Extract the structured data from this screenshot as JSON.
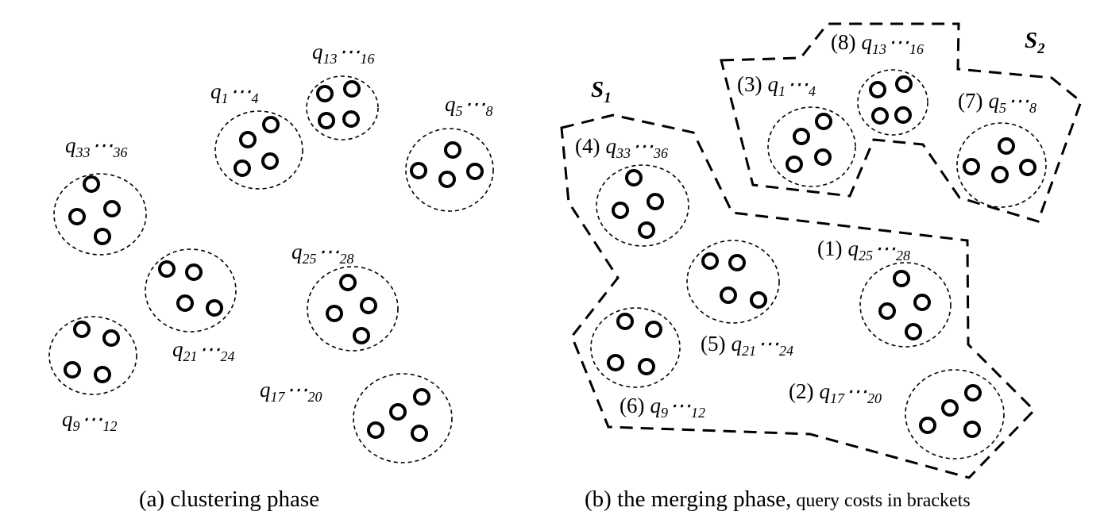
{
  "panel_a": {
    "caption": "(a) clustering phase",
    "clusters": [
      {
        "id": "q1-4",
        "var": "q",
        "sub": "1",
        "dots": "⋯",
        "end": "4"
      },
      {
        "id": "q13-16",
        "var": "q",
        "sub": "13",
        "dots": "⋯",
        "end": "16"
      },
      {
        "id": "q5-8",
        "var": "q",
        "sub": "5",
        "dots": "⋯",
        "end": "8"
      },
      {
        "id": "q33-36",
        "var": "q",
        "sub": "33",
        "dots": "⋯",
        "end": "36"
      },
      {
        "id": "q25-28",
        "var": "q",
        "sub": "25",
        "dots": "⋯",
        "end": "28"
      },
      {
        "id": "q21-24",
        "var": "q",
        "sub": "21",
        "dots": "⋯",
        "end": "24"
      },
      {
        "id": "q17-20",
        "var": "q",
        "sub": "17",
        "dots": "⋯",
        "end": "20"
      },
      {
        "id": "q9-12",
        "var": "q",
        "sub": "9",
        "dots": "⋯",
        "end": "12"
      }
    ]
  },
  "panel_b": {
    "caption_main": "(b) the merging phase,",
    "caption_small": " query costs in brackets",
    "sets": [
      {
        "id": "S1",
        "name": "S",
        "sub": "1"
      },
      {
        "id": "S2",
        "name": "S",
        "sub": "2"
      }
    ],
    "clusters": [
      {
        "id": "b-q13-16",
        "cost": "(8)",
        "var": "q",
        "sub": "13",
        "dots": "⋯",
        "end": "16"
      },
      {
        "id": "b-q1-4",
        "cost": "(3)",
        "var": "q",
        "sub": "1",
        "dots": "⋯",
        "end": "4"
      },
      {
        "id": "b-q5-8",
        "cost": "(7)",
        "var": "q",
        "sub": "5",
        "dots": "⋯",
        "end": "8"
      },
      {
        "id": "b-q33-36",
        "cost": "(4)",
        "var": "q",
        "sub": "33",
        "dots": "⋯",
        "end": "36"
      },
      {
        "id": "b-q25-28",
        "cost": "(1)",
        "var": "q",
        "sub": "25",
        "dots": "⋯",
        "end": "28"
      },
      {
        "id": "b-q21-24",
        "cost": "(5)",
        "var": "q",
        "sub": "21",
        "dots": "⋯",
        "end": "24"
      },
      {
        "id": "b-q17-20",
        "cost": "(2)",
        "var": "q",
        "sub": "17",
        "dots": "⋯",
        "end": "20"
      },
      {
        "id": "b-q9-12",
        "cost": "(6)",
        "var": "q",
        "sub": "9",
        "dots": "⋯",
        "end": "12"
      }
    ]
  }
}
